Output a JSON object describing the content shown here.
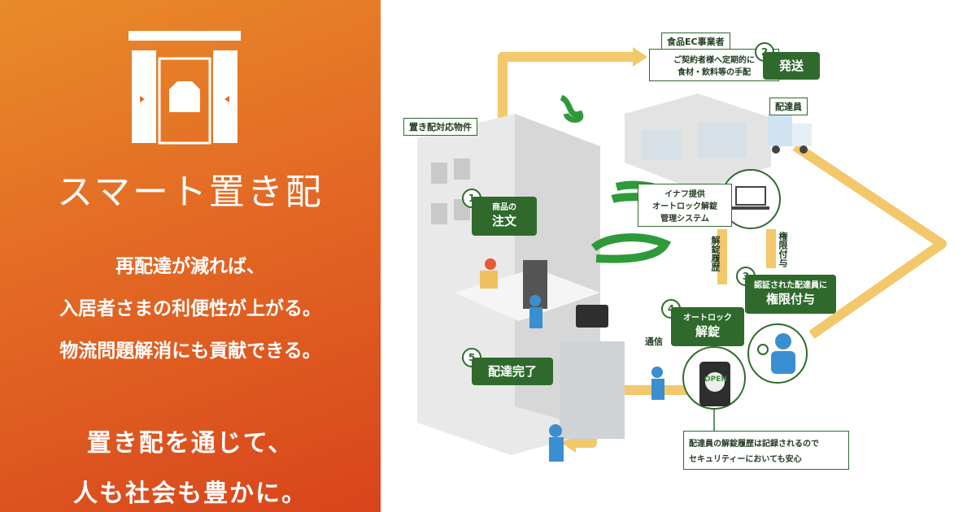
{
  "left": {
    "brand": "スマート置き配",
    "taglines": [
      "再配達が減れば、",
      "入居者さまの利便性が上がる。",
      "物流問題解消にも貢献できる。"
    ],
    "slogan": [
      "置き配を通じて、",
      "人も社会も豊かに。"
    ],
    "colors": {
      "gradient_top": "#e98b2a",
      "gradient_bottom": "#d8441c",
      "text": "#ffffff"
    }
  },
  "diagram": {
    "building_label": "置き配対応物件",
    "ec_title": "食品EC事業者",
    "ec_desc_lines": [
      "ご契約者様へ定期的に",
      "食材・飲料等の手配"
    ],
    "system_lines": [
      "イナフ提供",
      "オートロック解錠",
      "管理システム"
    ],
    "driver_label": "配達員",
    "unlock_history": "解錠履歴",
    "grant_vertical": "権限付与",
    "comm": "通信",
    "security_note_lines": [
      "配達員の解錠履歴は記録されるので",
      "セキュリティーにおいても安心"
    ],
    "open_screen": "OPEN",
    "steps": [
      {
        "num": "1",
        "sub": "商品の",
        "main": "注文"
      },
      {
        "num": "2",
        "sub": "",
        "main": "発送"
      },
      {
        "num": "3",
        "sub": "認証された配達員に",
        "main": "権限付与"
      },
      {
        "num": "4",
        "sub": "オートロック",
        "main": "解錠"
      },
      {
        "num": "5",
        "sub": "",
        "main": "配達完了"
      }
    ],
    "colors": {
      "accent_green": "#2f6a2c",
      "arrow": "#f2c86a",
      "building": "#e6e6e6"
    }
  }
}
